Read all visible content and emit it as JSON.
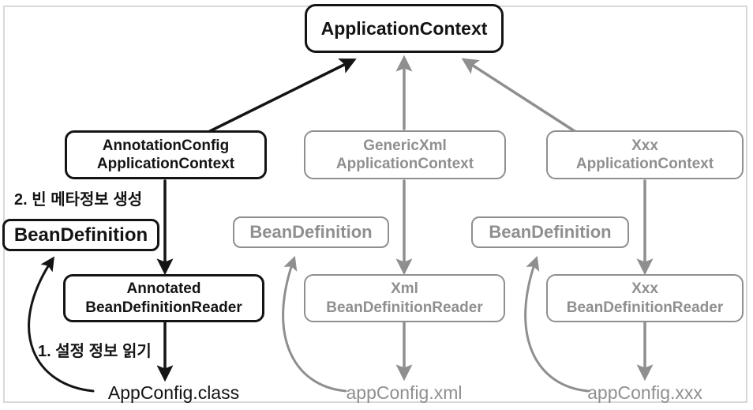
{
  "diagram": {
    "type": "flow",
    "nodes": {
      "application_context": {
        "label": "ApplicationContext",
        "state": "active"
      },
      "annotation_config_application_context": {
        "label": "AnnotationConfig\nApplicationContext",
        "state": "active"
      },
      "generic_xml_application_context": {
        "label": "GenericXml\nApplicationContext",
        "state": "inactive"
      },
      "xxx_application_context": {
        "label": "Xxx\nApplicationContext",
        "state": "inactive"
      },
      "bean_definition_left": {
        "label": "BeanDefinition",
        "state": "active"
      },
      "bean_definition_middle": {
        "label": "BeanDefinition",
        "state": "inactive"
      },
      "bean_definition_right": {
        "label": "BeanDefinition",
        "state": "inactive"
      },
      "annotated_bean_definition_reader": {
        "label": "Annotated\nBeanDefinitionReader",
        "state": "active"
      },
      "xml_bean_definition_reader": {
        "label": "Xml\nBeanDefinitionReader",
        "state": "inactive"
      },
      "xxx_bean_definition_reader": {
        "label": "Xxx\nBeanDefinitionReader",
        "state": "inactive"
      }
    },
    "annotations": {
      "step2": "2. 빈 메타정보 생성",
      "step1": "1. 설정 정보 읽기"
    },
    "files": {
      "app_config_class": {
        "label": "AppConfig.class",
        "state": "active"
      },
      "app_config_xml": {
        "label": "appConfig.xml",
        "state": "inactive"
      },
      "app_config_xxx": {
        "label": "appConfig.xxx",
        "state": "inactive"
      }
    },
    "edges": [
      {
        "from": "annotation_config_application_context",
        "to": "application_context",
        "style": "active"
      },
      {
        "from": "generic_xml_application_context",
        "to": "application_context",
        "style": "inactive"
      },
      {
        "from": "xxx_application_context",
        "to": "application_context",
        "style": "inactive"
      },
      {
        "from": "annotation_config_application_context",
        "to": "annotated_bean_definition_reader",
        "style": "active"
      },
      {
        "from": "generic_xml_application_context",
        "to": "xml_bean_definition_reader",
        "style": "inactive"
      },
      {
        "from": "xxx_application_context",
        "to": "xxx_bean_definition_reader",
        "style": "inactive"
      },
      {
        "from": "annotated_bean_definition_reader",
        "to": "app_config_class",
        "style": "active"
      },
      {
        "from": "xml_bean_definition_reader",
        "to": "app_config_xml",
        "style": "inactive"
      },
      {
        "from": "xxx_bean_definition_reader",
        "to": "app_config_xxx",
        "style": "inactive"
      },
      {
        "from": "app_config_class",
        "to": "bean_definition_left",
        "style": "active",
        "curved": true
      },
      {
        "from": "app_config_xml",
        "to": "bean_definition_middle",
        "style": "inactive",
        "curved": true
      },
      {
        "from": "app_config_xxx",
        "to": "bean_definition_right",
        "style": "inactive",
        "curved": true
      }
    ],
    "colors": {
      "active": "#141414",
      "inactive": "#8f8f8f",
      "frame": "#d9d9d9",
      "background": "#ffffff"
    }
  }
}
